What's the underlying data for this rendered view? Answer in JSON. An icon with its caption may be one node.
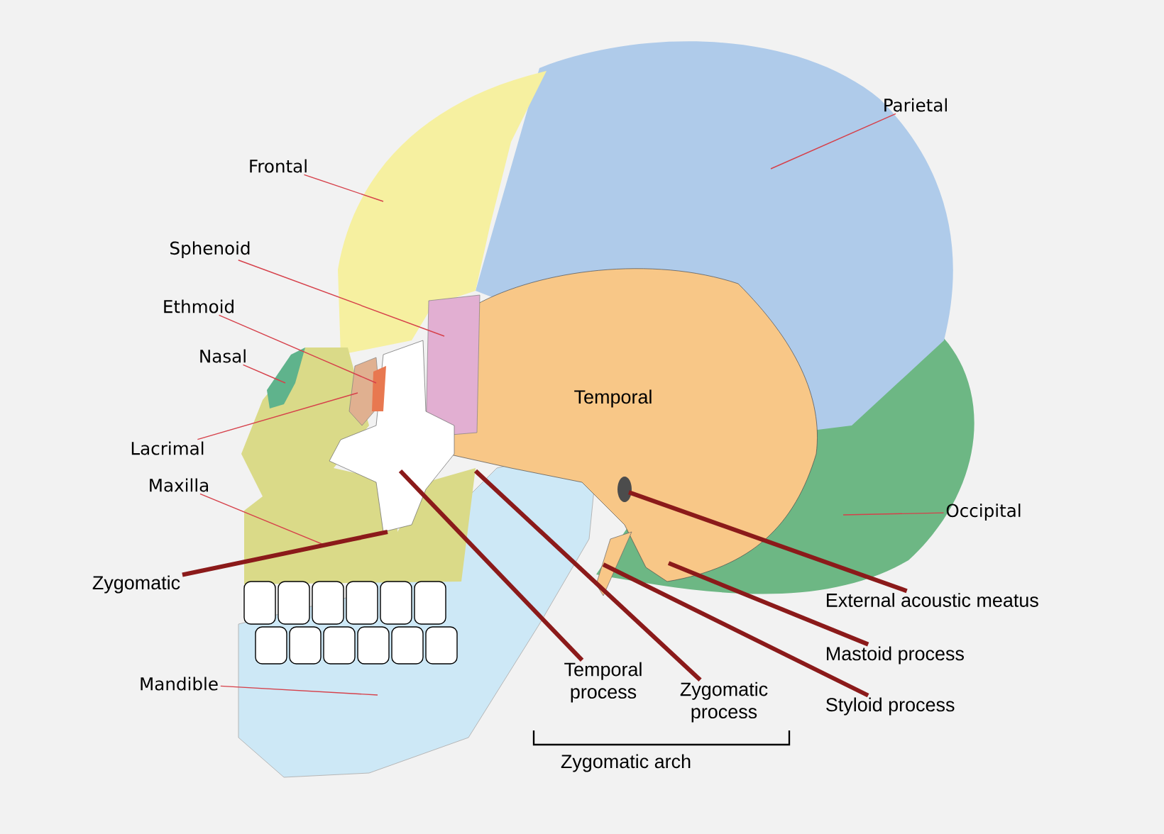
{
  "diagram": {
    "nodes": [
      {
        "text": [
          "Frontal"
        ]
      },
      {
        "text": [
          "Parietal"
        ]
      },
      {
        "text": [
          "Sphenoid"
        ]
      },
      {
        "text": [
          "Ethmoid"
        ]
      },
      {
        "text": [
          "Nasal"
        ]
      },
      {
        "text": [
          "Lacrimal"
        ]
      },
      {
        "text": [
          "Maxilla"
        ]
      },
      {
        "text": [
          "Zygomatic"
        ]
      },
      {
        "text": [
          "Occipital"
        ]
      },
      {
        "text": [
          "Mandible"
        ]
      },
      {
        "text": [
          "External acoustic meatus"
        ]
      },
      {
        "text": [
          "Mastoid process"
        ]
      },
      {
        "text": [
          "Styloid process"
        ]
      },
      {
        "text": [
          "Temporal process"
        ]
      },
      {
        "text": [
          "Zygomatic process"
        ]
      }
    ],
    "edges": [
      {
        "from": 0,
        "to": null,
        "arrow": "none"
      },
      {
        "from": 1,
        "to": null,
        "arrow": "none"
      },
      {
        "from": 2,
        "to": null,
        "arrow": "none"
      },
      {
        "from": 3,
        "to": null,
        "arrow": "none"
      },
      {
        "from": 4,
        "to": null,
        "arrow": "none"
      },
      {
        "from": 5,
        "to": null,
        "arrow": "none"
      },
      {
        "from": 6,
        "to": null,
        "arrow": "none"
      },
      {
        "from": 7,
        "to": null,
        "arrow": "none",
        "style": "thick",
        "color": "#8b1a1a"
      },
      {
        "from": 8,
        "to": null,
        "arrow": "none"
      },
      {
        "from": 9,
        "to": null,
        "arrow": "none"
      },
      {
        "from": 10,
        "to": null,
        "arrow": "none",
        "style": "thick",
        "color": "#8b1a1a"
      },
      {
        "from": 11,
        "to": null,
        "arrow": "none",
        "style": "thick",
        "color": "#8b1a1a"
      },
      {
        "from": 12,
        "to": null,
        "arrow": "none",
        "style": "thick",
        "color": "#8b1a1a"
      },
      {
        "from": 13,
        "to": null,
        "arrow": "none",
        "style": "thick",
        "color": "#8b1a1a"
      },
      {
        "from": 14,
        "to": null,
        "arrow": "none",
        "style": "thick",
        "color": "#8b1a1a"
      }
    ],
    "labels": [
      "Temporal",
      "Zygomatic arch"
    ]
  }
}
